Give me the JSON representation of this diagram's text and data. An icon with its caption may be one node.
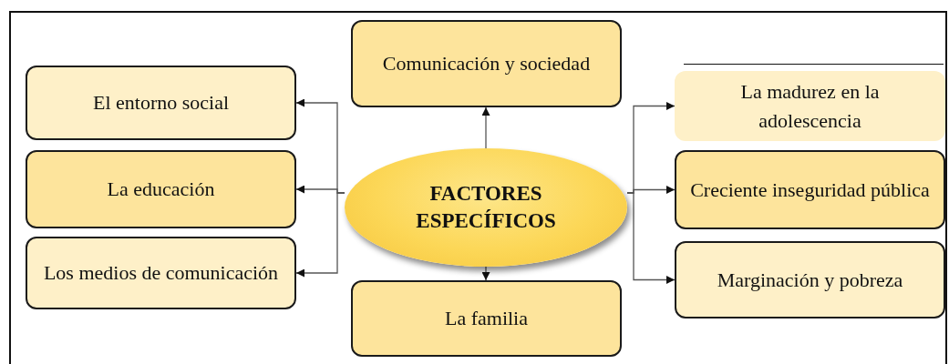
{
  "diagram": {
    "nodes": [
      {
        "text": [
          "FACTORES ESPECÍFICOS"
        ]
      },
      {
        "text": [
          "Comunicación y sociedad"
        ]
      },
      {
        "text": [
          "El entorno social"
        ]
      },
      {
        "text": [
          "La educación"
        ]
      },
      {
        "text": [
          "Los medios de comunicación"
        ]
      },
      {
        "text": [
          "La familia"
        ]
      },
      {
        "text": [
          "La madurez en la adolescencia"
        ]
      },
      {
        "text": [
          "Creciente inseguridad pública"
        ]
      },
      {
        "text": [
          "Marginación y pobreza"
        ]
      }
    ],
    "edges": [
      {
        "from": 0,
        "to": 1,
        "arrow": "to"
      },
      {
        "from": 0,
        "to": 2,
        "arrow": "to"
      },
      {
        "from": 0,
        "to": 3,
        "arrow": "to"
      },
      {
        "from": 0,
        "to": 4,
        "arrow": "to"
      },
      {
        "from": 0,
        "to": 5,
        "arrow": "to"
      },
      {
        "from": 0,
        "to": 6,
        "arrow": "to"
      },
      {
        "from": 0,
        "to": 7,
        "arrow": "to"
      },
      {
        "from": 0,
        "to": 8,
        "arrow": "to"
      }
    ]
  }
}
